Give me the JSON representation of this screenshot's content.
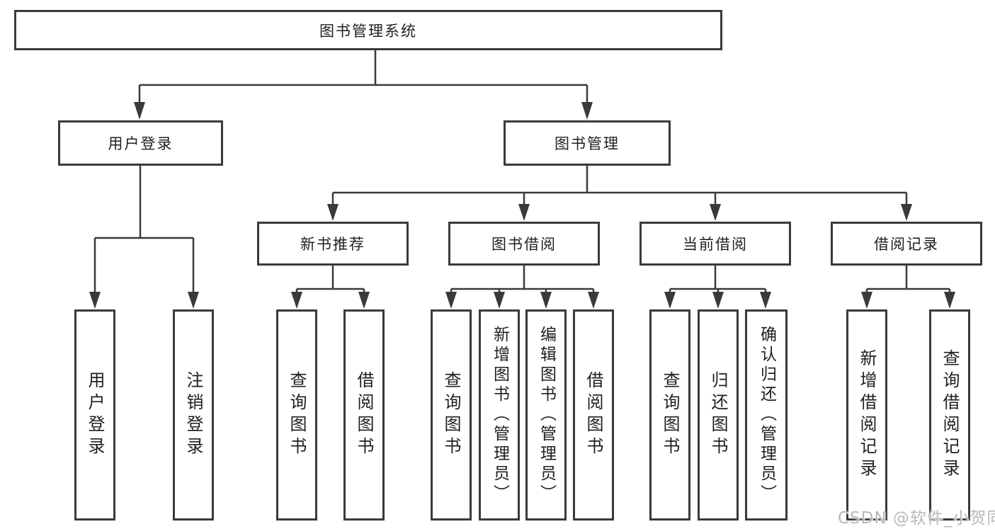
{
  "tree": {
    "label": "图书管理系统",
    "children": [
      {
        "label": "用户登录",
        "children": [
          {
            "label": "用户登录"
          },
          {
            "label": "注销登录"
          }
        ]
      },
      {
        "label": "图书管理",
        "children": [
          {
            "label": "新书推荐",
            "children": [
              {
                "label": "查询图书"
              },
              {
                "label": "借阅图书"
              }
            ]
          },
          {
            "label": "图书借阅",
            "children": [
              {
                "label": "查询图书"
              },
              {
                "label": "新增图书（管理员）"
              },
              {
                "label": "编辑图书（管理员）"
              },
              {
                "label": "借阅图书"
              }
            ]
          },
          {
            "label": "当前借阅",
            "children": [
              {
                "label": "查询图书"
              },
              {
                "label": "归还图书"
              },
              {
                "label": "确认归还（管理员）"
              }
            ]
          },
          {
            "label": "借阅记录",
            "children": [
              {
                "label": "新增借阅记录"
              },
              {
                "label": "查询借阅记录"
              }
            ]
          }
        ]
      }
    ]
  },
  "watermark": "CSDN @软件_小贺同学",
  "colors": {
    "line": "#3a3a3a",
    "box_border": "#3a3a3a",
    "text": "#1f1f1f",
    "watermark": "#b5b9c0",
    "background": "#ffffff"
  }
}
